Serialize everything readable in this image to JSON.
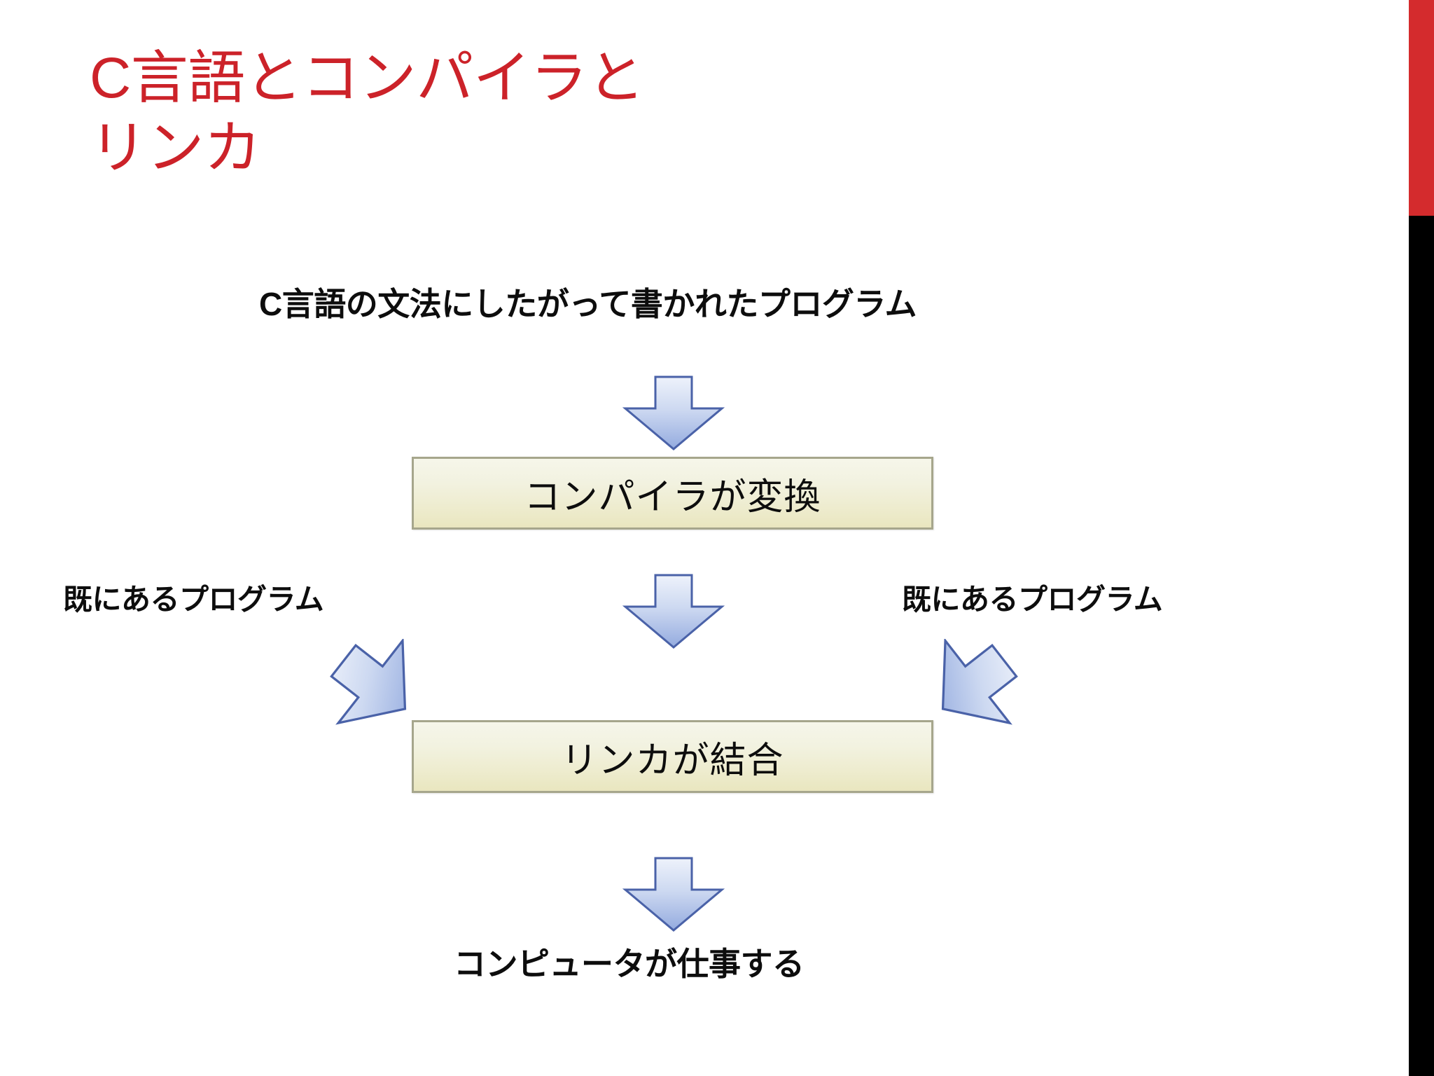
{
  "slide": {
    "title": "C言語とコンパイラと\nリンカ",
    "title_color": "#cc2229",
    "background_color": "#ffffff"
  },
  "decoration": {
    "right_bar_top_color": "#d42b2d",
    "right_bar_bottom_color": "#000000"
  },
  "diagram": {
    "type": "flow",
    "source_program_label": "C言語の文法にしたがって書かれたプログラム",
    "compiler_box_label": "コンパイラが変換",
    "linker_box_label": "リンカが結合",
    "existing_program_left_label": "既にあるプログラム",
    "existing_program_right_label": "既にあるプログラム",
    "result_label": "コンピュータが仕事する",
    "box_fill_top": "#f6f6ea",
    "box_fill_bottom": "#e9e6bf",
    "box_border_color": "#a6a68c",
    "arrow_fill_top": "#e4ebf8",
    "arrow_fill_bottom": "#93aade",
    "arrow_border_color": "#4a62a8",
    "arrows": [
      {
        "name": "arrow-down-1",
        "direction": "down",
        "from": "source_program",
        "to": "compiler_box"
      },
      {
        "name": "arrow-down-2",
        "direction": "down",
        "from": "compiler_box",
        "to": "linker_box"
      },
      {
        "name": "arrow-diag-left",
        "direction": "down-right",
        "from": "existing_program_left",
        "to": "linker_box"
      },
      {
        "name": "arrow-diag-right",
        "direction": "down-left",
        "from": "existing_program_right",
        "to": "linker_box"
      },
      {
        "name": "arrow-down-3",
        "direction": "down",
        "from": "linker_box",
        "to": "result"
      }
    ]
  }
}
